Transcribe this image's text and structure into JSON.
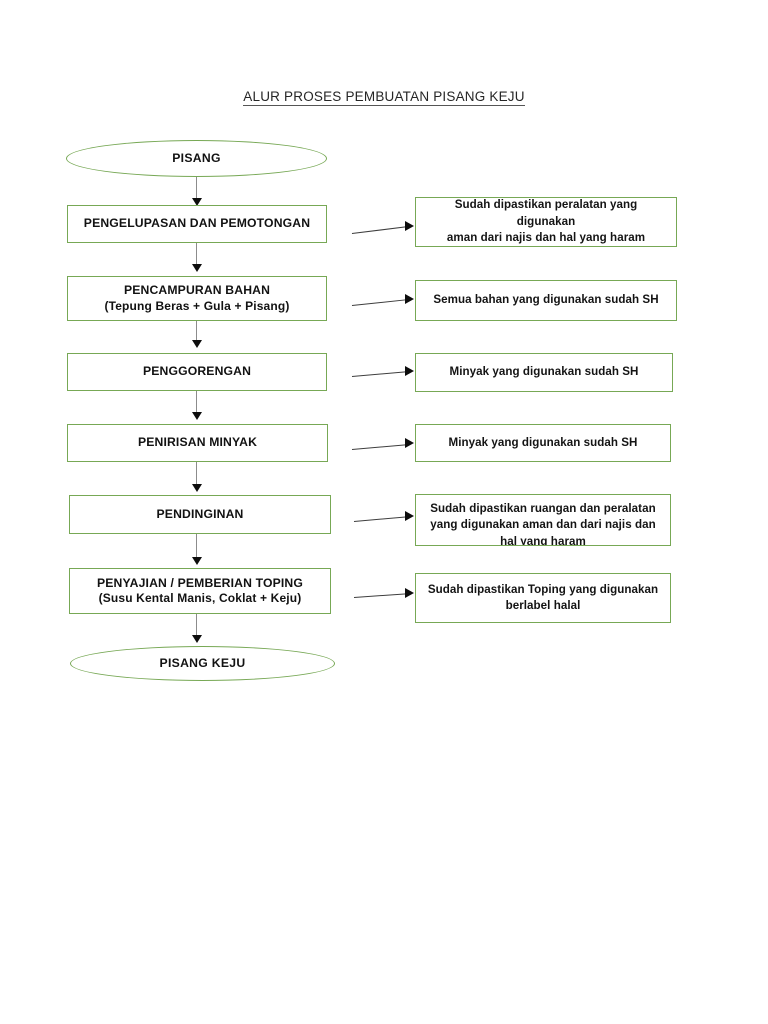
{
  "document": {
    "title": "ALUR PROSES PEMBUATAN PISANG KEJU"
  },
  "flow": {
    "start": {
      "label": "PISANG",
      "shape": "ellipse"
    },
    "end": {
      "label": "PISANG KEJU",
      "shape": "ellipse"
    },
    "steps": [
      {
        "label": "PENGELUPASAN DAN PEMOTONGAN",
        "sub": ""
      },
      {
        "label": "PENCAMPURAN BAHAN",
        "sub": "(Tepung Beras + Gula + Pisang)"
      },
      {
        "label": "PENGGORENGAN",
        "sub": ""
      },
      {
        "label": "PENIRISAN MINYAK",
        "sub": ""
      },
      {
        "label": "PENDINGINAN",
        "sub": ""
      },
      {
        "label": "PENYAJIAN / PEMBERIAN TOPING",
        "sub": "(Susu Kental Manis, Coklat + Keju)"
      }
    ]
  },
  "notes": [
    {
      "line1": "Sudah dipastikan peralatan yang digunakan",
      "line2": "aman dari najis dan hal yang haram",
      "line3": ""
    },
    {
      "line1": "Semua bahan yang digunakan sudah SH",
      "line2": "",
      "line3": ""
    },
    {
      "line1": "Minyak yang digunakan sudah SH",
      "line2": "",
      "line3": ""
    },
    {
      "line1": "Minyak yang digunakan sudah SH",
      "line2": "",
      "line3": ""
    },
    {
      "line1": "Sudah dipastikan ruangan dan peralatan",
      "line2": "yang digunakan aman dan dari najis dan",
      "line3": "hal yang haram"
    },
    {
      "line1": "Sudah dipastikan Toping yang digunakan",
      "line2": "berlabel halal",
      "line3": ""
    }
  ],
  "colors": {
    "node_border": "#77a855",
    "connector": "#8c8c8c",
    "arrow": "#0d0d0d",
    "text": "#121212",
    "background": "#ffffff"
  }
}
